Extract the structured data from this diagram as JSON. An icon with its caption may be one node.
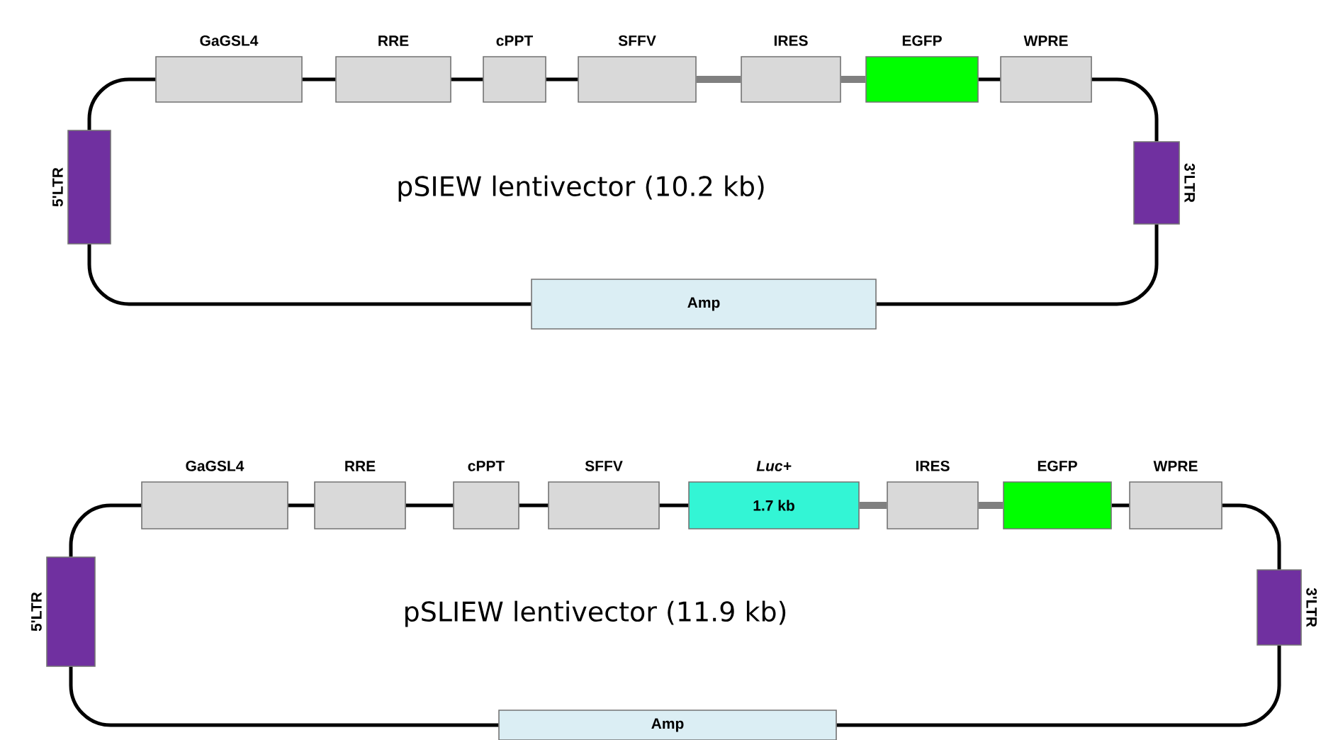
{
  "diagram": {
    "nodes": [
      {
        "text": [
          "GaGSL4"
        ]
      },
      {
        "text": [
          "RRE"
        ]
      },
      {
        "text": [
          "cPPT"
        ]
      },
      {
        "text": [
          "SFFV"
        ]
      },
      {
        "text": [
          "IRES"
        ]
      },
      {
        "text": [
          "EGFP"
        ]
      },
      {
        "text": [
          "WPRE"
        ]
      },
      {
        "text": [
          "3'LTR"
        ]
      },
      {
        "text": [
          "Amp"
        ]
      },
      {
        "text": [
          "5'LTR"
        ]
      },
      {
        "text": [
          "GaGSL4"
        ]
      },
      {
        "text": [
          "RRE"
        ]
      },
      {
        "text": [
          "cPPT"
        ]
      },
      {
        "text": [
          "SFFV"
        ]
      },
      {
        "text": [
          "Luc+",
          "1.7 kb"
        ]
      },
      {
        "text": [
          "IRES"
        ]
      },
      {
        "text": [
          "EGFP"
        ]
      },
      {
        "text": [
          "WPRE"
        ]
      },
      {
        "text": [
          "3'LTR"
        ]
      },
      {
        "text": [
          "Amp"
        ]
      },
      {
        "text": [
          "5'LTR"
        ]
      }
    ],
    "edges": [
      {
        "from": 0,
        "to": 1,
        "arrow": "none"
      },
      {
        "from": 1,
        "to": 2,
        "arrow": "none"
      },
      {
        "from": 2,
        "to": 3,
        "arrow": "none"
      },
      {
        "from": 3,
        "to": 4,
        "arrow": "none",
        "style": "thick",
        "color": "#808080"
      },
      {
        "from": 4,
        "to": 5,
        "arrow": "none",
        "style": "thick",
        "color": "#808080"
      },
      {
        "from": 5,
        "to": 6,
        "arrow": "none"
      },
      {
        "from": 6,
        "to": 7,
        "arrow": "none"
      },
      {
        "from": 7,
        "to": 8,
        "arrow": "none"
      },
      {
        "from": 8,
        "to": 9,
        "arrow": "none"
      },
      {
        "from": 9,
        "to": 0,
        "arrow": "none"
      },
      {
        "from": 10,
        "to": 11,
        "arrow": "none"
      },
      {
        "from": 11,
        "to": 12,
        "arrow": "none"
      },
      {
        "from": 12,
        "to": 13,
        "arrow": "none"
      },
      {
        "from": 13,
        "to": 14,
        "arrow": "none"
      },
      {
        "from": 14,
        "to": 15,
        "arrow": "none",
        "style": "thick",
        "color": "#808080"
      },
      {
        "from": 15,
        "to": 16,
        "arrow": "none",
        "style": "thick",
        "color": "#808080"
      },
      {
        "from": 16,
        "to": 17,
        "arrow": "none"
      },
      {
        "from": 17,
        "to": 18,
        "arrow": "none"
      },
      {
        "from": 18,
        "to": 19,
        "arrow": "none"
      },
      {
        "from": 19,
        "to": 20,
        "arrow": "none"
      },
      {
        "from": 20,
        "to": 10,
        "arrow": "none"
      }
    ],
    "labels": [
      "pSIEW lentivector (10.2 kb)",
      "pSLIEW lentivector (11.9 kb)"
    ]
  }
}
